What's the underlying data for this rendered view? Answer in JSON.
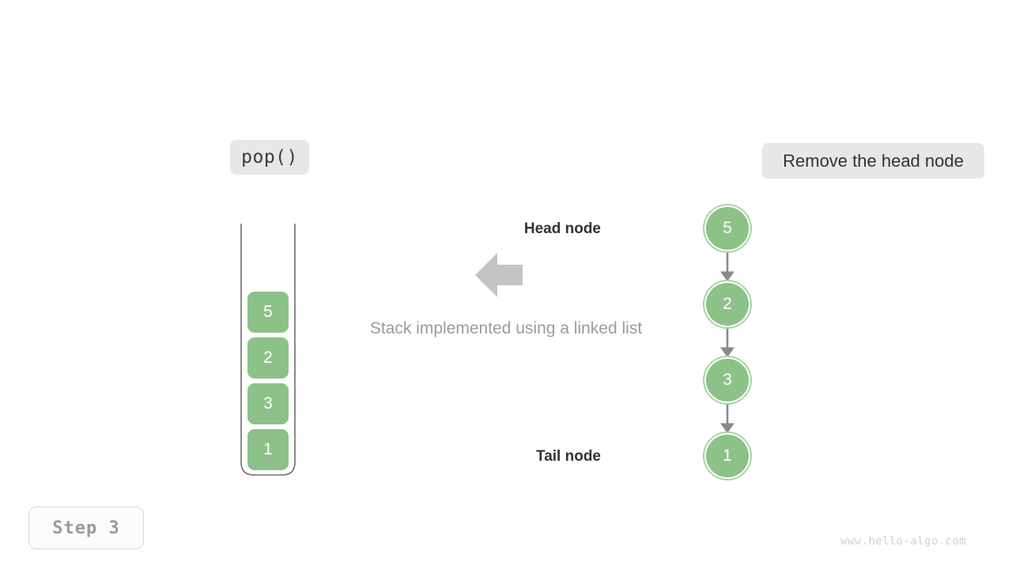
{
  "operation_badge": {
    "label": "pop()"
  },
  "note_badge": {
    "label": "Remove the head node"
  },
  "step_badge": {
    "label": "Step 3"
  },
  "watermark": {
    "text": "www.hello-algo.com"
  },
  "caption": {
    "text": "Stack implemented using a linked list"
  },
  "colors": {
    "node_fill": "#8CC288",
    "node_ring": "#A8D3A4",
    "badge_bg": "#E7E7E7",
    "arrow_gray": "#C4C4C4",
    "edge_gray": "#8A8A8A",
    "caption_gray": "#9B9B9B",
    "watermark_gray": "#D2D2D2"
  },
  "stack": {
    "name": "stack-container",
    "cells": [
      {
        "value": "5"
      },
      {
        "value": "2"
      },
      {
        "value": "3"
      },
      {
        "value": "1"
      }
    ]
  },
  "linked_list": {
    "head_label": "Head node",
    "tail_label": "Tail node",
    "nodes": [
      {
        "value": "5",
        "role": "head"
      },
      {
        "value": "2",
        "role": "middle"
      },
      {
        "value": "3",
        "role": "middle"
      },
      {
        "value": "1",
        "role": "tail"
      }
    ]
  },
  "direction_arrow": {
    "name": "left-arrow-icon",
    "direction": "left"
  }
}
